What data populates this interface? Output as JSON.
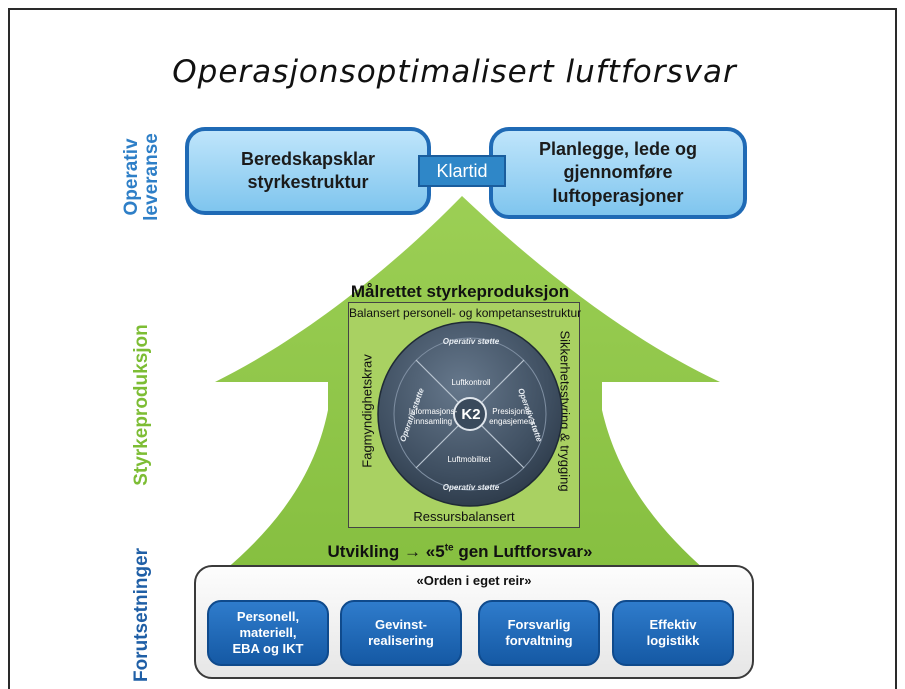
{
  "title": "Operasjonsoptimalisert luftforsvar",
  "side_labels": {
    "operativ": [
      "Operativ",
      "leveranse"
    ],
    "styrke": "Styrkeproduksjon",
    "forutsetninger": "Forutsetninger"
  },
  "top": {
    "left": [
      "Beredskapsklar",
      "styrkestruktur"
    ],
    "klartid": "Klartid",
    "right": [
      "Planlegge, lede og",
      "gjennomføre",
      "luftoperasjoner"
    ]
  },
  "arrow": {
    "heading": "Målrettet styrkeproduksjon",
    "top_label": "Balansert personell- og kompetansestruktur",
    "left_label": "Fagmyndighetskrav",
    "right_label": "Sikkerhetsstyring & trygging",
    "bottom_label": "Ressursbalansert",
    "footer_prefix": "Utvikling ",
    "footer_arrow": "→",
    "footer_main": " «5",
    "footer_sup": "te",
    "footer_end": " gen Luftforsvar»"
  },
  "wheel": {
    "center": "K2",
    "segments": {
      "top": "Luftkontroll",
      "left": [
        "Informasjons-",
        "innsamling"
      ],
      "right": [
        "Presisjons-",
        "engasjement"
      ],
      "bottom": "Luftmobilitet"
    },
    "ring": "Operativ støtte"
  },
  "bottom": {
    "title": "«Orden i eget reir»",
    "items": [
      [
        "Personell,",
        "materiell,",
        "EBA og IKT"
      ],
      [
        "Gevinst-",
        "realisering"
      ],
      [
        "Forsvarlig",
        "forvaltning"
      ],
      [
        "Effektiv",
        "logistikk"
      ]
    ]
  },
  "colors": {
    "arrow_green": "#8fc549",
    "box_blue": "#1f6ab5",
    "light_blue": "#a6d9f7",
    "wheel": "#3a4a5c"
  }
}
